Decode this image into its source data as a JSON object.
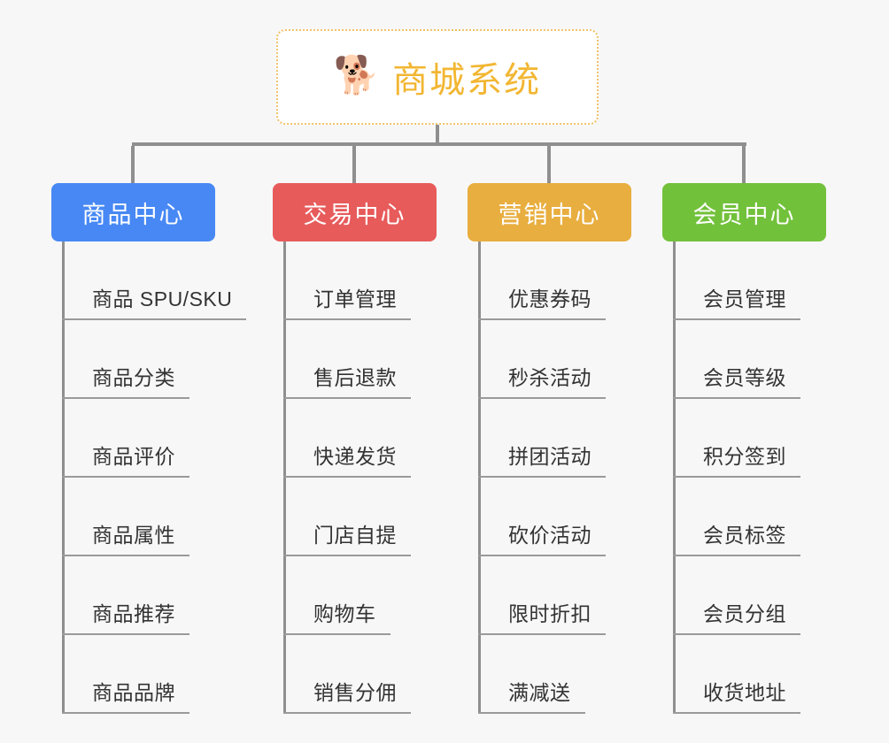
{
  "diagram": {
    "type": "org-tree",
    "background_color": "#f7f7f7",
    "root": {
      "icon": "shiba-dog-face-icon",
      "emoji": "🐕",
      "title": "商城系统",
      "text_color": "#f2b632",
      "border_color": "#f0c269",
      "background_color": "#ffffff"
    },
    "connector_color": "#8f8f8f",
    "categories": [
      {
        "id": "product-center",
        "label": "商品中心",
        "color": "#4788f4",
        "items": [
          "商品 SPU/SKU",
          "商品分类",
          "商品评价",
          "商品属性",
          "商品推荐",
          "商品品牌"
        ]
      },
      {
        "id": "trade-center",
        "label": "交易中心",
        "color": "#e75b5b",
        "items": [
          "订单管理",
          "售后退款",
          "快递发货",
          "门店自提",
          "购物车",
          "销售分佣"
        ]
      },
      {
        "id": "marketing-center",
        "label": "营销中心",
        "color": "#e8ae3f",
        "items": [
          "优惠券码",
          "秒杀活动",
          "拼团活动",
          "砍价活动",
          "限时折扣",
          "满减送"
        ]
      },
      {
        "id": "member-center",
        "label": "会员中心",
        "color": "#72c13b",
        "items": [
          "会员管理",
          "会员等级",
          "积分签到",
          "会员标签",
          "会员分组",
          "收货地址"
        ]
      }
    ]
  }
}
